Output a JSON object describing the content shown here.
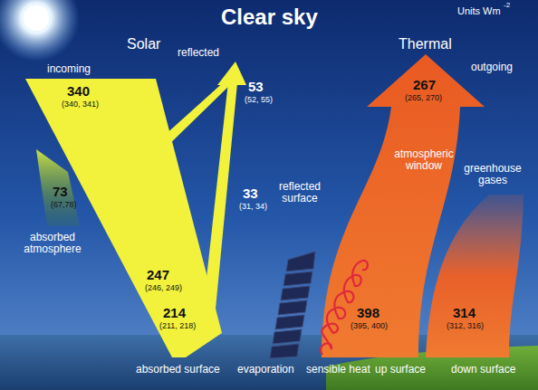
{
  "diagram": {
    "title": "Clear sky",
    "labels": [
      "Units Wm",
      "-2",
      "Solar",
      "Thermal",
      "incoming",
      "340",
      "(340, 341)",
      "reflected",
      "53",
      "(52, 55)",
      "outgoing",
      "267",
      "(265, 270)",
      "73",
      "(67,78)",
      "absorbed atmosphere",
      "33",
      "(31, 34)",
      "reflected surface",
      "atmospheric window",
      "greenhouse gases",
      "247",
      "(246, 249)",
      "214",
      "(211, 218)",
      "absorbed surface",
      "398",
      "(395, 400)",
      "314",
      "(312, 316)",
      "evaporation",
      "sensible heat",
      "up surface",
      "down surface"
    ]
  }
}
